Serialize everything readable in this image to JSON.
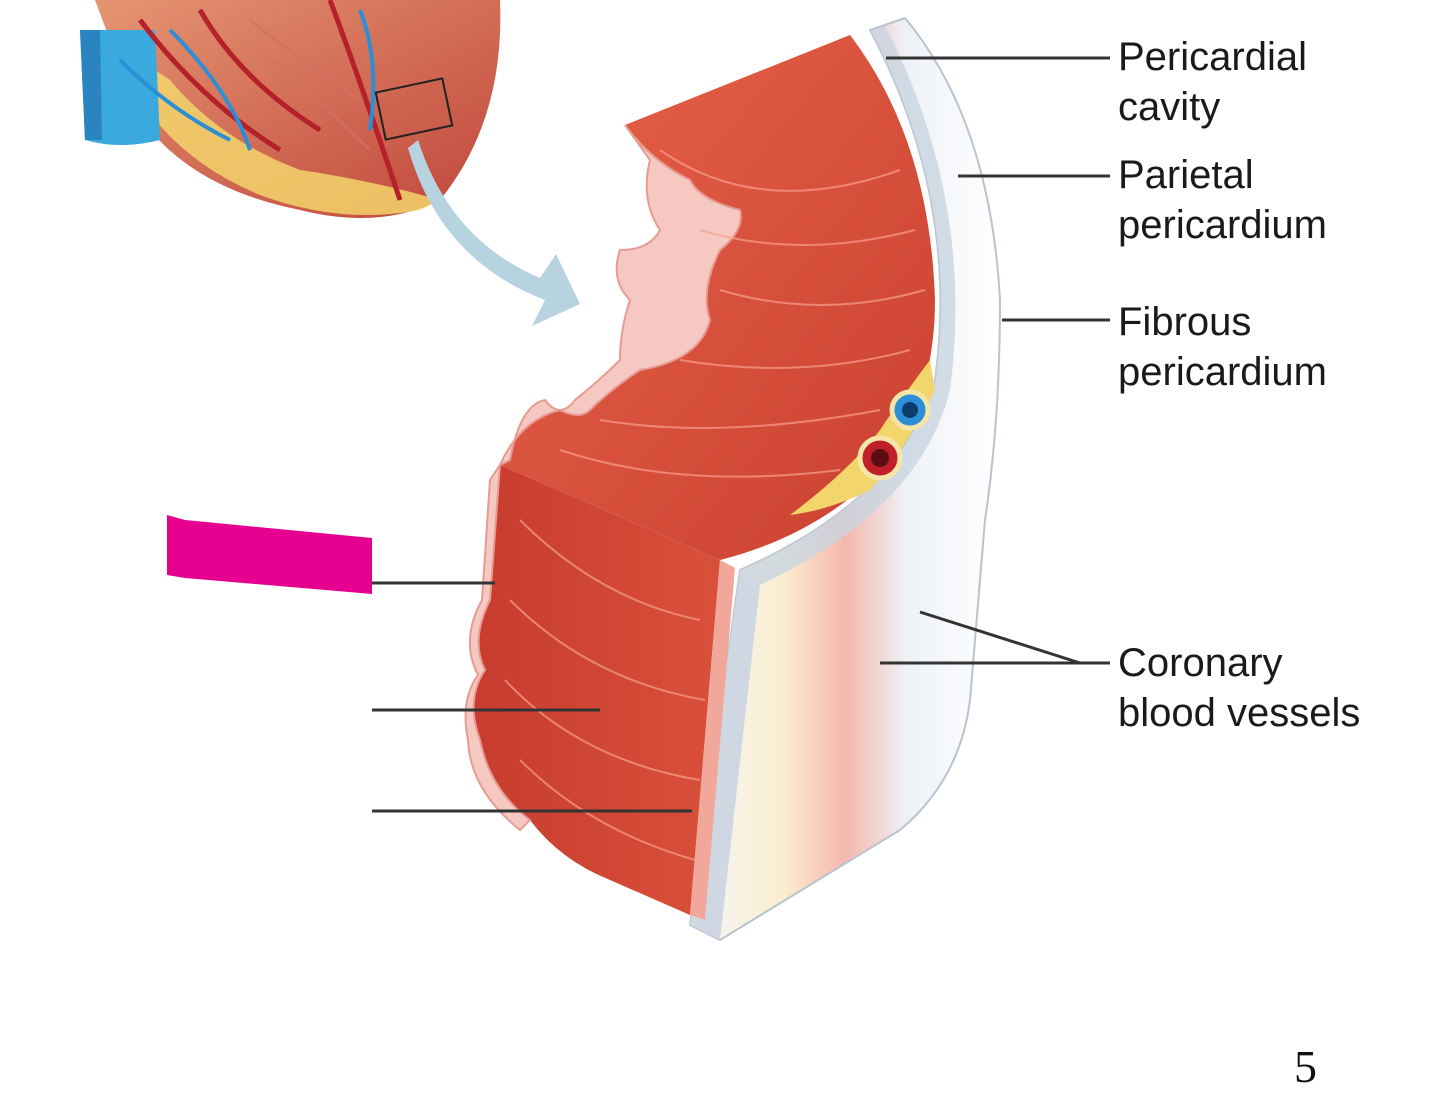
{
  "diagram": {
    "labels": {
      "pericardial_cavity": [
        "Pericardial",
        "cavity"
      ],
      "parietal_pericardium": [
        "Parietal",
        "pericardium"
      ],
      "fibrous_pericardium": [
        "Fibrous",
        "pericardium"
      ],
      "coronary_blood_vessels": [
        "Coronary",
        "blood vessels"
      ]
    },
    "colors": {
      "myocardium": "#d9503a",
      "myocardium_dark": "#b5392a",
      "fat": "#f2d56b",
      "artery": "#c0202a",
      "vein": "#2a8fd6",
      "fibrous_layer": "#e6ecf3",
      "serous_membrane": "#f6c8c2",
      "label_cover": "#e6008f",
      "leader_line": "#333333"
    }
  },
  "page_number": "5"
}
